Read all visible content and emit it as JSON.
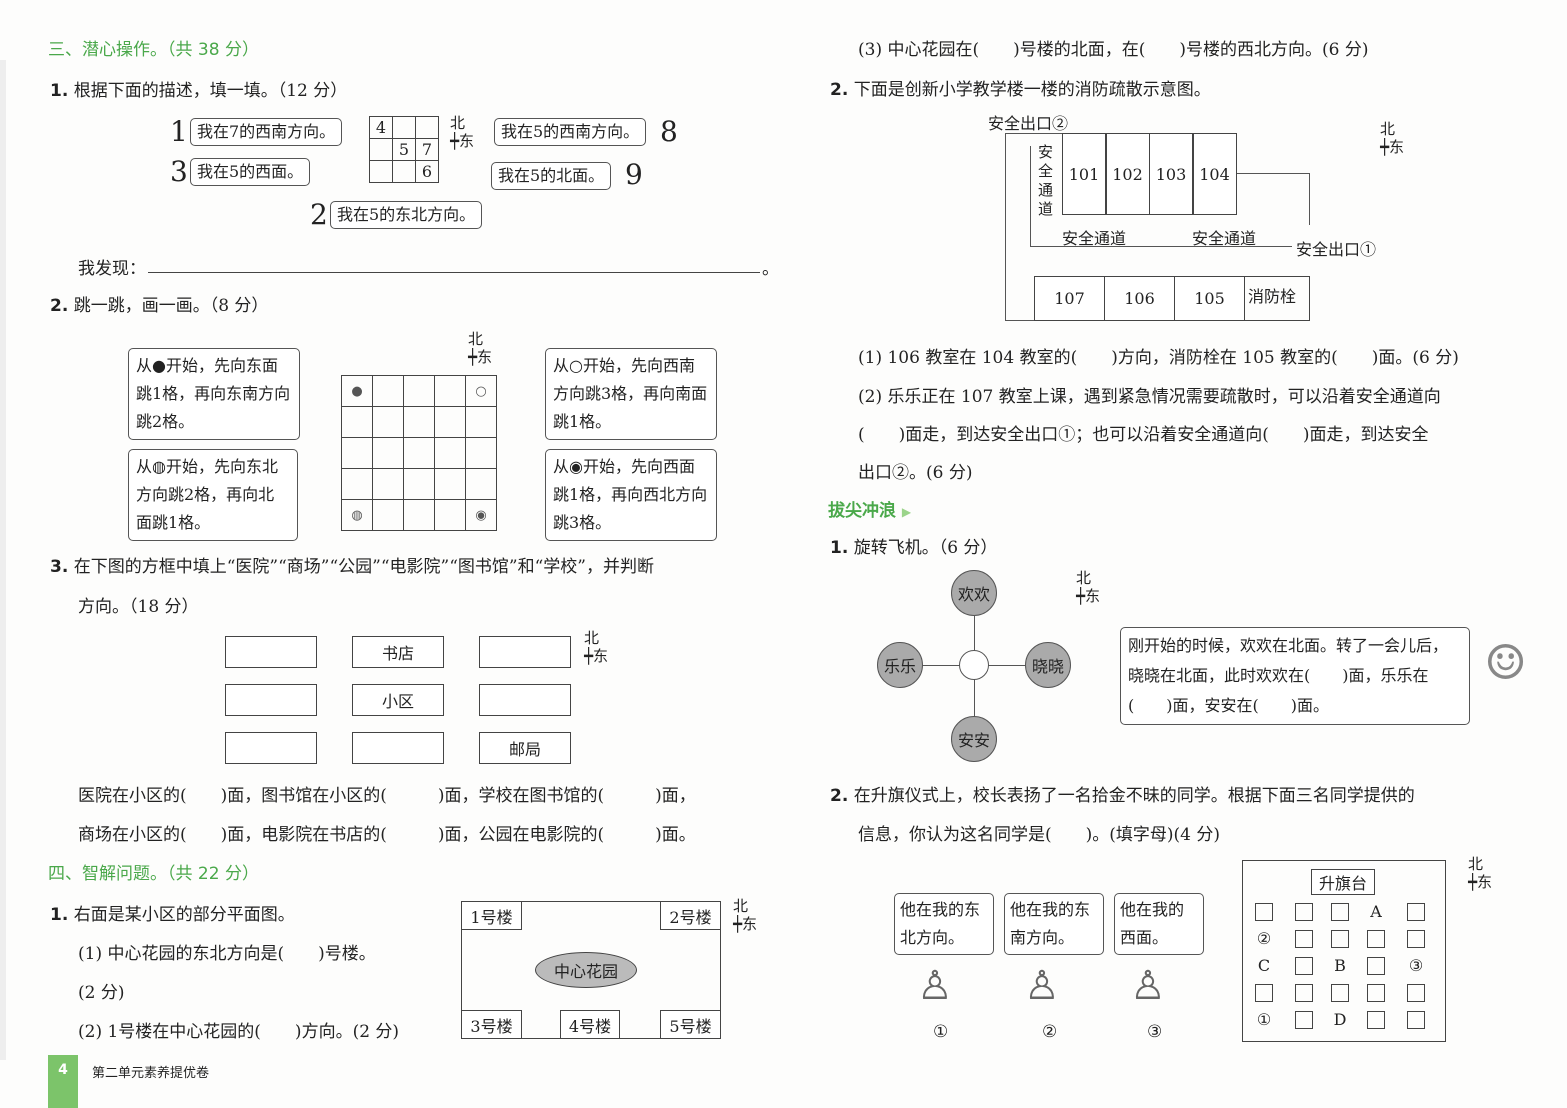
{
  "left": {
    "sec3": "三、潜心操作。（共 38 分）",
    "q1": {
      "num": "1.",
      "text": "根据下面的描述，填一填。（12 分）",
      "bubbles": [
        {
          "n": "1",
          "t": "我在7的西南方向。"
        },
        {
          "n": "3",
          "t": "我在5的西面。"
        },
        {
          "n": "2",
          "t": "我在5的东北方向。"
        },
        {
          "n": "8",
          "t": "我在5的西南方向。"
        },
        {
          "n": "9",
          "t": "我在5的北面。"
        }
      ],
      "grid": [
        [
          "4",
          "",
          ""
        ],
        [
          "",
          "5",
          "7"
        ],
        [
          "",
          "",
          "6"
        ]
      ],
      "found": "我发现：",
      "period": "。"
    },
    "compass": {
      "n": "北",
      "e": "东"
    },
    "q2": {
      "num": "2.",
      "text": "跳一跳，画一画。（8 分）",
      "b1": "从●开始，先向东面跳1格，再向东南方向跳2格。",
      "b2": "从◍开始，先向东北方向跳2格，再向北面跳1格。",
      "b3": "从○开始，先向西南方向跳3格，再向南面跳1格。",
      "b4": "从◉开始，先向西面跳1格，再向西北方向跳3格。"
    },
    "q3": {
      "num": "3.",
      "text": "在下图的方框中填上“医院”“商场”“公园”“电影院”“图书馆”和“学校”，并判断",
      "text2": "方向。（18 分）",
      "boxes": [
        "",
        "书店",
        "",
        "",
        "小区",
        "",
        "",
        "",
        "邮局"
      ],
      "l1": "医院在小区的(　　)面，图书馆在小区的(　　　)面，学校在图书馆的(　　　)面，",
      "l2": "商场在小区的(　　)面，电影院在书店的(　　　)面，公园在电影院的(　　　)面。"
    },
    "sec4": "四、智解问题。（共 22 分）",
    "q4": {
      "num": "1.",
      "text": "右面是某小区的部分平面图。",
      "s1": "(1) 中心花园的东北方向是(　　)号楼。",
      "s1b": "(2 分)",
      "s2": "(2) 1号楼在中心花园的(　　)方向。(2 分)",
      "map": {
        "b1": "1号楼",
        "b2": "2号楼",
        "b3": "3号楼",
        "b4": "4号楼",
        "b5": "5号楼",
        "center": "中心花园"
      }
    },
    "footer": {
      "page": "4",
      "title": "第二单元素养提优卷"
    }
  },
  "right": {
    "q4s3": "(3) 中心花园在(　　)号楼的北面，在(　　)号楼的西北方向。(6 分)",
    "q5": {
      "num": "2.",
      "text": "下面是创新小学教学楼一楼的消防疏散示意图。",
      "exit2": "安全出口②",
      "exit1": "安全出口①",
      "corridor_v": "安全通道",
      "corridor_h1": "安全通道",
      "corridor_h2": "安全通道",
      "rooms_top": [
        "101",
        "102",
        "103",
        "104"
      ],
      "rooms_bottom": [
        "107",
        "106",
        "105"
      ],
      "hydrant": "消防栓",
      "s1": "(1) 106 教室在 104 教室的(　　)方向，消防栓在 105 教室的(　　)面。(6 分)",
      "s2": "(2) 乐乐正在 107 教室上课，遇到紧急情况需要疏散时，可以沿着安全通道向",
      "s2b": "(　　)面走，到达安全出口①；也可以沿着安全通道向(　　)面走，到达安全",
      "s2c": "出口②。(6 分)"
    },
    "sec5": "拔尖冲浪",
    "q6": {
      "num": "1.",
      "text": "旋转飞机。（6 分）",
      "names": {
        "n": "欢欢",
        "w": "乐乐",
        "e": "晓晓",
        "s": "安安"
      },
      "bubble": "刚开始的时候，欢欢在北面。转了一会儿后，晓晓在北面，此时欢欢在(　　)面，乐乐在(　　)面，安安在(　　)面。"
    },
    "q7": {
      "num": "2.",
      "text": "在升旗仪式上，校长表扬了一名拾金不昧的同学。根据下面三名同学提供的",
      "text2": "信息，你认为这名同学是(　　)。(填字母)(4 分)",
      "kids": [
        {
          "say": "他在我的东北方向。",
          "n": "①"
        },
        {
          "say": "他在我的东南方向。",
          "n": "②"
        },
        {
          "say": "他在我的西面。",
          "n": "③"
        }
      ],
      "stage": "升旗台",
      "seats": [
        [
          "□",
          "□",
          "□",
          "A",
          "□"
        ],
        [
          "②",
          "□",
          "□",
          "□",
          "□"
        ],
        [
          "C",
          "□",
          "B",
          "□",
          "③"
        ],
        [
          "□",
          "□",
          "□",
          "□",
          "□"
        ],
        [
          "①",
          "□",
          "D",
          "□",
          "□"
        ]
      ]
    }
  }
}
